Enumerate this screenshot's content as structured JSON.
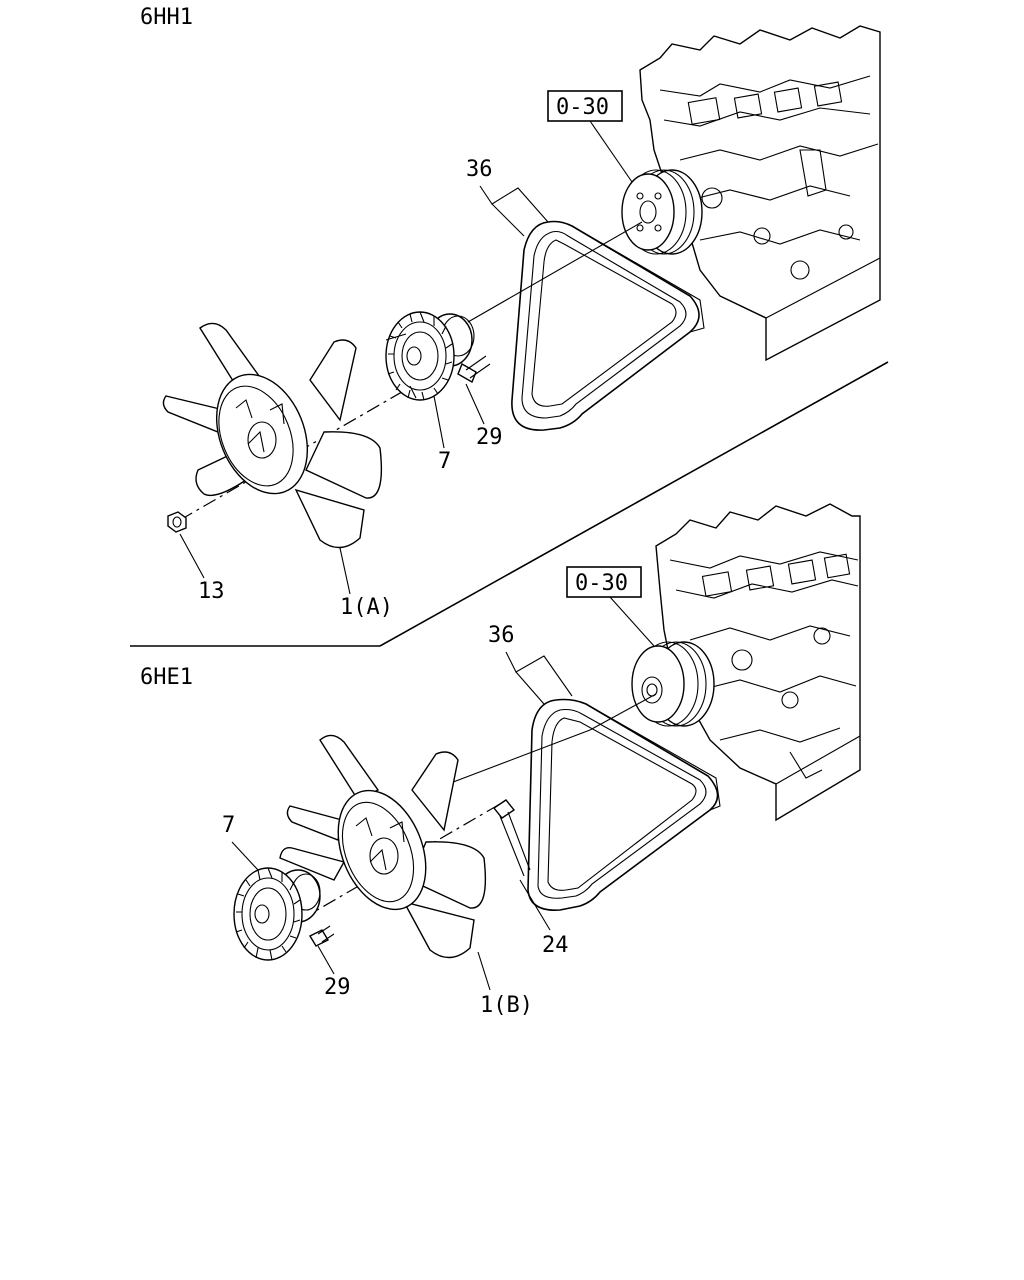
{
  "sections": [
    {
      "variant": "6HH1",
      "ref_box": "0-30",
      "callouts": {
        "belt": "36",
        "clutch": "7",
        "bolt": "29",
        "nut": "13",
        "fan": "1(A)"
      }
    },
    {
      "variant": "6HE1",
      "ref_box": "0-30",
      "callouts": {
        "belt": "36",
        "clutch": "7",
        "bolt": "29",
        "bolt2": "24",
        "fan": "1(B)"
      }
    }
  ],
  "icons": [
    "engine-block-icon",
    "crankshaft-pulley-icon",
    "v-belt-icon",
    "fan-clutch-icon",
    "cooling-fan-icon",
    "bolt-icon",
    "nut-icon"
  ]
}
